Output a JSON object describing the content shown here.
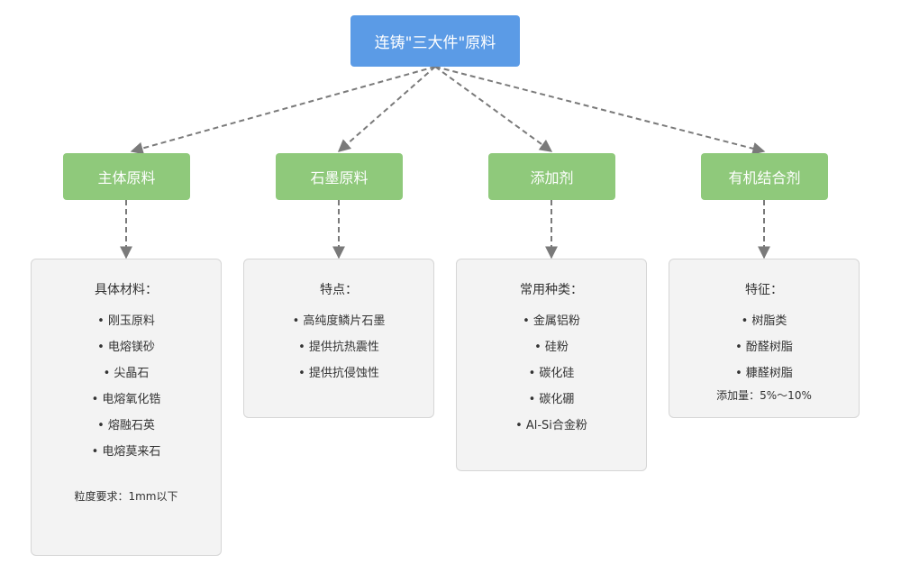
{
  "root": {
    "label": "连铸\"三大件\"原料"
  },
  "categories": [
    {
      "label": "主体原料",
      "detail_title": "具体材料：",
      "items": [
        "• 刚玉原料",
        "• 电熔镁砂",
        "• 尖晶石",
        "• 电熔氧化锆",
        "• 熔融石英",
        "• 电熔莫来石"
      ],
      "note": "粒度要求：1mm以下"
    },
    {
      "label": "石墨原料",
      "detail_title": "特点：",
      "items": [
        "• 高纯度鳞片石墨",
        "• 提供抗热震性",
        "• 提供抗侵蚀性"
      ],
      "note": ""
    },
    {
      "label": "添加剂",
      "detail_title": "常用种类：",
      "items": [
        "• 金属铝粉",
        "• 硅粉",
        "• 碳化硅",
        "• 碳化硼",
        "• Al-Si合金粉"
      ],
      "note": ""
    },
    {
      "label": "有机结合剂",
      "detail_title": "特征：",
      "items": [
        "• 树脂类",
        "• 酚醛树脂",
        "• 糠醛树脂"
      ],
      "note": "添加量：5%～10%"
    }
  ],
  "colors": {
    "root_fill": "#5b9be6",
    "category_fill": "#8fc97b",
    "detail_fill": "#f3f3f3",
    "detail_border": "#d6d6d6",
    "edge": "#7a7a7a"
  }
}
